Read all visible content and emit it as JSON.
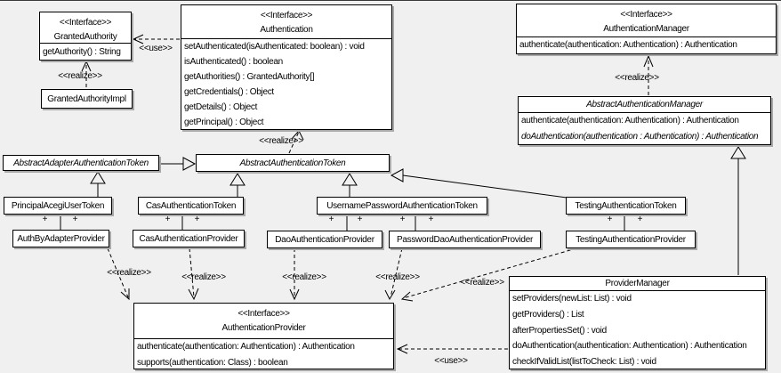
{
  "labels": {
    "use": "<<use>>",
    "realize": "<<realize>>",
    "plus": "+",
    "interface_stereotype": "<<Interface>>"
  },
  "classes": {
    "granted_authority": {
      "stereotype": "<<Interface>>",
      "name": "GrantedAuthority",
      "methods": [
        "getAuthority() : String"
      ]
    },
    "granted_authority_impl": {
      "name": "GrantedAuthorityImpl"
    },
    "authentication": {
      "stereotype": "<<Interface>>",
      "name": "Authentication",
      "methods": [
        "setAuthenticated(isAuthenticated: boolean) : void",
        "isAuthenticated() : boolean",
        "getAuthorities() : GrantedAuthority[]",
        "getCredentials() : Object",
        "getDetails() : Object",
        "getPrincipal() : Object"
      ]
    },
    "authentication_manager": {
      "stereotype": "<<Interface>>",
      "name": "AuthenticationManager",
      "methods": [
        "authenticate(authentication: Authentication) : Authentication"
      ]
    },
    "abstract_authentication_manager": {
      "name": "AbstractAuthenticationManager",
      "methods": [
        "authenticate(authentication: Authentication) : Authentication",
        "doAuthentication(authentication : Authentication) : Authentication"
      ]
    },
    "abstract_adapter_authentication_token": {
      "name": "AbstractAdapterAuthenticationToken"
    },
    "abstract_authentication_token": {
      "name": "AbstractAuthenticationToken"
    },
    "principal_acegi_user_token": {
      "name": "PrincipalAcegiUserToken"
    },
    "cas_authentication_token": {
      "name": "CasAuthenticationToken"
    },
    "username_password_authentication_token": {
      "name": "UsernamePasswordAuthenticationToken"
    },
    "testing_authentication_token": {
      "name": "TestingAuthenticationToken"
    },
    "auth_by_adapter_provider": {
      "name": "AuthByAdapterProvider"
    },
    "cas_authentication_provider": {
      "name": "CasAuthenticationProvider"
    },
    "dao_authentication_provider": {
      "name": "DaoAuthenticationProvider"
    },
    "password_dao_authentication_provider": {
      "name": "PasswordDaoAuthenticationProvider"
    },
    "testing_authentication_provider": {
      "name": "TestingAuthenticationProvider"
    },
    "provider_manager": {
      "name": "ProviderManager",
      "methods": [
        "setProviders(newList: List) : void",
        "getProviders() : List",
        "afterPropertiesSet() : void",
        "doAuthentication(authentication: Authentication) : Authentication",
        "checkIfValidList(listToCheck: List) : void"
      ]
    },
    "authentication_provider": {
      "stereotype": "<<Interface>>",
      "name": "AuthenticationProvider",
      "methods": [
        "authenticate(authentication: Authentication) : Authentication",
        "supports(authentication: Class) : boolean"
      ]
    }
  }
}
